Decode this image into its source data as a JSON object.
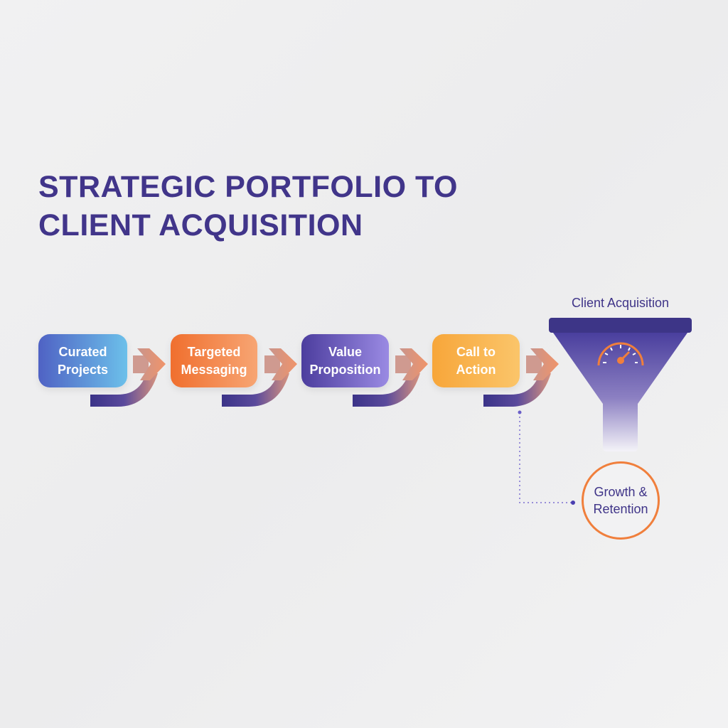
{
  "title": {
    "line1": "STRATEGIC PORTFOLIO TO",
    "line2": "CLIENT ACQUISITION"
  },
  "steps": [
    {
      "line1": "Curated",
      "line2": "Projects"
    },
    {
      "line1": "Targeted",
      "line2": "Messaging"
    },
    {
      "line1": "Value",
      "line2": "Proposition"
    },
    {
      "line1": "Call to",
      "line2": "Action"
    }
  ],
  "funnel": {
    "label": "Client Acquisition",
    "icon": "speedometer-icon"
  },
  "outcome": {
    "line1": "Growth &",
    "line2": "Retention"
  },
  "colors": {
    "title": "#41358a",
    "indigo": "#3f3488",
    "orange": "#f07f3c"
  }
}
